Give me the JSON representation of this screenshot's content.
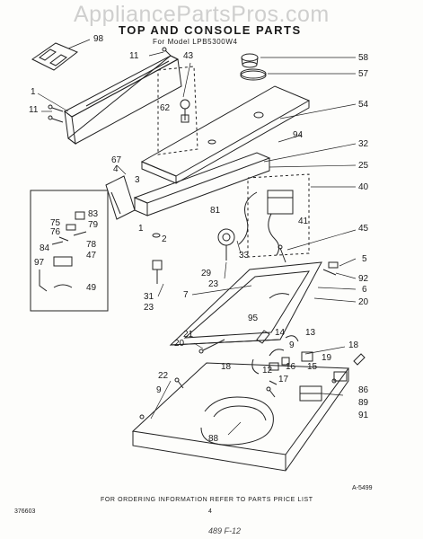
{
  "diagram": {
    "watermark": "AppliancePartsPros.com",
    "title": "TOP AND CONSOLE PARTS",
    "model": "For Model LPB5300W4",
    "footer": "FOR ORDERING INFORMATION REFER TO PARTS PRICE LIST",
    "figure_code": "A-5499",
    "doc_code": "376603",
    "page_number": "4",
    "handwritten_note": "489 F-12",
    "part_numbers": [
      "98",
      "11",
      "43",
      "58",
      "57",
      "1",
      "11",
      "62",
      "54",
      "94",
      "32",
      "67",
      "4",
      "3",
      "25",
      "40",
      "75",
      "76",
      "83",
      "79",
      "84",
      "78",
      "81",
      "41",
      "1",
      "45",
      "2",
      "97",
      "47",
      "49",
      "29",
      "33",
      "5",
      "92",
      "23",
      "6",
      "7",
      "20",
      "31",
      "95",
      "23",
      "21",
      "14",
      "13",
      "20",
      "9",
      "18",
      "18",
      "17",
      "12",
      "16",
      "15",
      "19",
      "22",
      "9",
      "86",
      "89",
      "91",
      "88"
    ]
  }
}
